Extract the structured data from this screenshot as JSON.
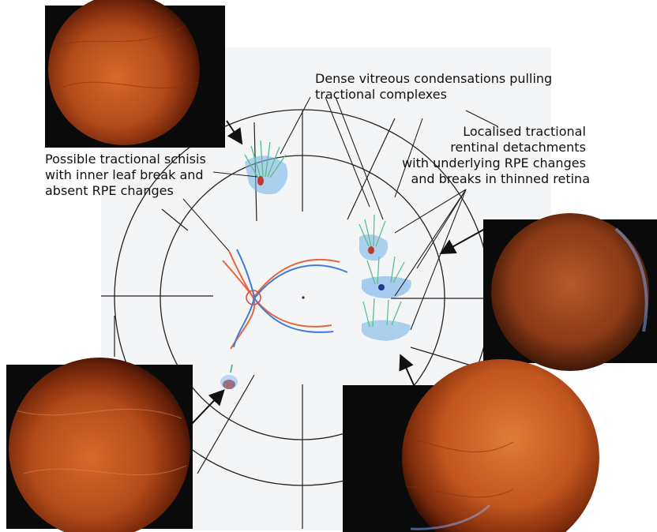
{
  "figure": {
    "annotations": {
      "vitreous": [
        "Dense vitreous condensations pulling",
        "tractional complexes"
      ],
      "tractional_detachments": [
        "Localised tractional",
        "rentinal detachments",
        "with underlying RPE changes",
        "and breaks in thinned retina"
      ],
      "schisis": [
        "Possible tractional schisis",
        "with inner leaf break and",
        "absent RPE changes"
      ]
    },
    "photos": [
      {
        "name": "fundus-photo-top-left"
      },
      {
        "name": "fundus-photo-right"
      },
      {
        "name": "fundus-photo-bottom-left"
      },
      {
        "name": "fundus-photo-bottom-right"
      }
    ],
    "colors": {
      "artery": "#e8643c",
      "vein": "#3d7fd8",
      "tuft": "#5fbf8a",
      "detachment": "#6fb0e8",
      "break": "#c0392b",
      "fundus": "#c0521e"
    }
  }
}
